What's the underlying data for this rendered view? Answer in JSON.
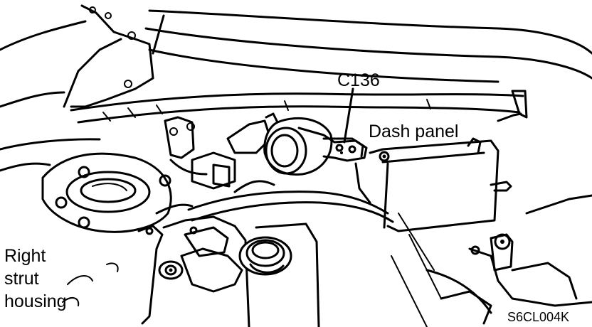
{
  "labels": {
    "connector": "C136",
    "dash_panel": "Dash panel",
    "strut_line1": "Right",
    "strut_line2": "strut",
    "strut_line3": "housing",
    "figure_code": "S6CL004K"
  }
}
